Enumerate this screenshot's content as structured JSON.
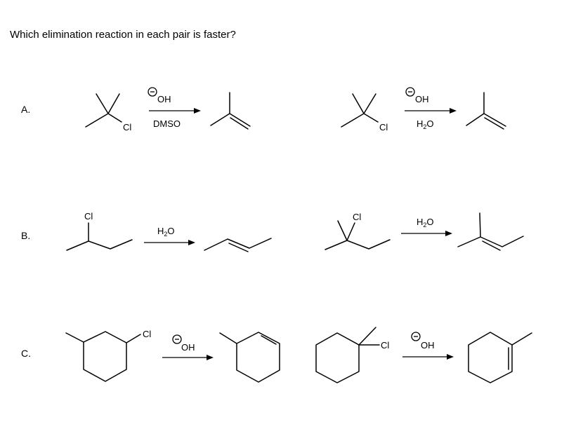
{
  "question": "Which elimination reaction in each pair is faster?",
  "rows": [
    {
      "label": "A.",
      "left": {
        "leaving_group": "Cl",
        "reagent_top": "OH",
        "reagent_bottom": "DMSO"
      },
      "right": {
        "leaving_group": "Cl",
        "reagent_top": "OH",
        "reagent_bottom_main": "H",
        "reagent_bottom_sub": "2",
        "reagent_bottom_tail": "O"
      }
    },
    {
      "label": "B.",
      "left": {
        "leaving_group": "Cl",
        "reagent_top_main": "H",
        "reagent_top_sub": "2",
        "reagent_top_tail": "O"
      },
      "right": {
        "leaving_group": "Cl",
        "reagent_top_main": "H",
        "reagent_top_sub": "2",
        "reagent_top_tail": "O"
      }
    },
    {
      "label": "C.",
      "left": {
        "leaving_group": "Cl",
        "reagent_top": "OH"
      },
      "right": {
        "leaving_group": "Cl",
        "reagent_top": "OH"
      }
    }
  ]
}
